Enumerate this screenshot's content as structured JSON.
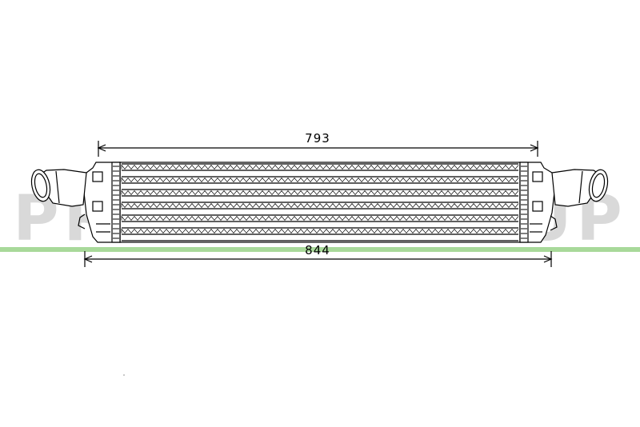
{
  "drawing": {
    "dimension_top": {
      "label": "793"
    },
    "dimension_bottom": {
      "label": "844"
    },
    "watermark": {
      "text": "PRASCO GROUP"
    },
    "colors": {
      "line": "#000000",
      "watermark_text": "#d9d9d9",
      "watermark_band": "#a8d99a",
      "background": "#ffffff"
    }
  }
}
